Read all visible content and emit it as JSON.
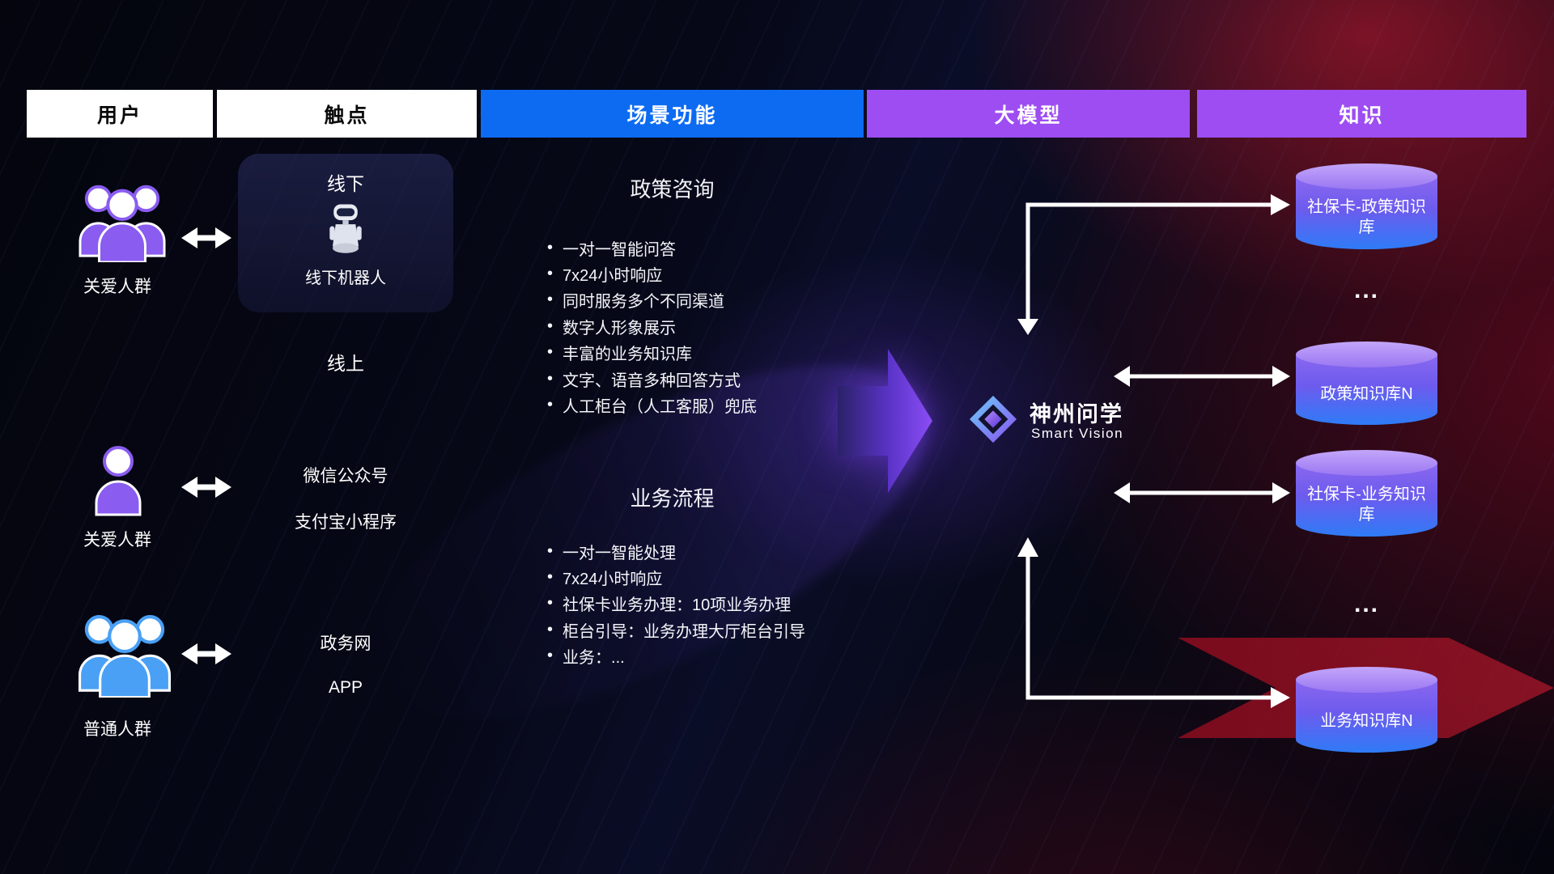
{
  "header": {
    "columns": [
      {
        "label": "用户",
        "bg": "#ffffff",
        "color": "#0a0a0a"
      },
      {
        "label": "触点",
        "bg": "#ffffff",
        "color": "#0a0a0a"
      },
      {
        "label": "场景功能",
        "bg": "#0d6bf2",
        "color": "#ffffff"
      },
      {
        "label": "大模型",
        "bg": "#9d4df2",
        "color": "#ffffff"
      },
      {
        "label": "知识",
        "bg": "#9d4df2",
        "color": "#ffffff"
      }
    ]
  },
  "users": [
    {
      "label": "关爱人群",
      "icon": "people-group-icon",
      "color": "#8a5cf0"
    },
    {
      "label": "关爱人群",
      "icon": "person-icon",
      "color": "#8a5cf0"
    },
    {
      "label": "普通人群",
      "icon": "people-group-icon",
      "color": "#4aa0f5"
    }
  ],
  "touchpoints": {
    "offline": {
      "title": "线下",
      "robot_label": "线下机器人"
    },
    "online_title": "线上",
    "online_channels": [
      "微信公众号",
      "支付宝小程序"
    ],
    "public_channels": [
      "政务网",
      "APP"
    ]
  },
  "scenarios": [
    {
      "title": "政策咨询",
      "items": [
        "一对一智能问答",
        "7x24小时响应",
        "同时服务多个不同渠道",
        "数字人形象展示",
        "丰富的业务知识库",
        "文字、语音多种回答方式",
        "人工柜台（人工客服）兜底"
      ]
    },
    {
      "title": "业务流程",
      "items": [
        "一对一智能处理",
        "7x24小时响应",
        "社保卡业务办理：10项业务办理",
        "柜台引导：业务办理大厅柜台引导",
        "业务：..."
      ]
    }
  ],
  "model": {
    "name": "神州问学",
    "subtitle": "Smart Vision"
  },
  "knowledge": {
    "databases": [
      "社保卡-政策知识库",
      "政策知识库N",
      "社保卡-业务知识库",
      "业务知识库N"
    ],
    "ellipsis": "..."
  }
}
